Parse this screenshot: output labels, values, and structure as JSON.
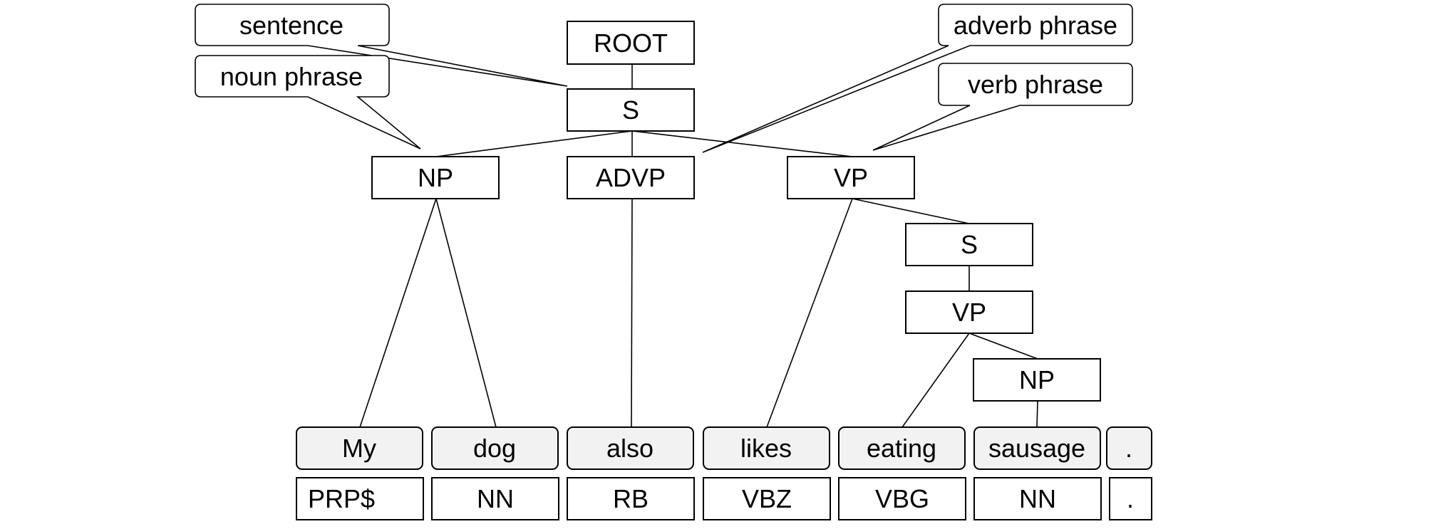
{
  "tree": {
    "nodes": {
      "root": "ROOT",
      "s_top": "S",
      "np_subject": "NP",
      "advp": "ADVP",
      "vp_main": "VP",
      "s_inner": "S",
      "vp_inner": "VP",
      "np_object": "NP"
    },
    "words": [
      {
        "text": "My",
        "tag": "PRP$"
      },
      {
        "text": "dog",
        "tag": "NN"
      },
      {
        "text": "also",
        "tag": "RB"
      },
      {
        "text": "likes",
        "tag": "VBZ"
      },
      {
        "text": "eating",
        "tag": "VBG"
      },
      {
        "text": "sausage",
        "tag": "NN"
      },
      {
        "text": ".",
        "tag": "."
      }
    ]
  },
  "callouts": {
    "sentence": "sentence",
    "noun_phrase": "noun phrase",
    "adverb_phrase": "adverb phrase",
    "verb_phrase": "verb phrase"
  }
}
